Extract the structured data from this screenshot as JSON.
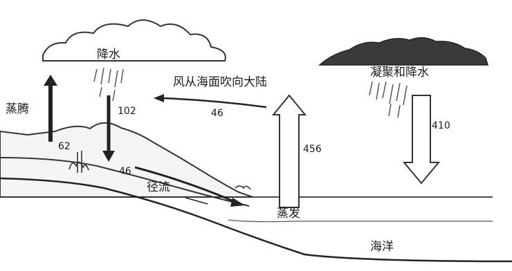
{
  "labels": {
    "precipitation": "降水",
    "transpiration": "蒸腾",
    "wind": "风从海面吹向大陆",
    "condensation": "凝聚和降水",
    "runoff": "径流",
    "evaporation": "蒸发",
    "ocean": "海洋"
  },
  "values": {
    "land_precip": "102",
    "wind_flux": "46",
    "transpiration_flux": "62",
    "runoff_flux": "46",
    "ocean_evap": "456",
    "ocean_precip": "410"
  }
}
